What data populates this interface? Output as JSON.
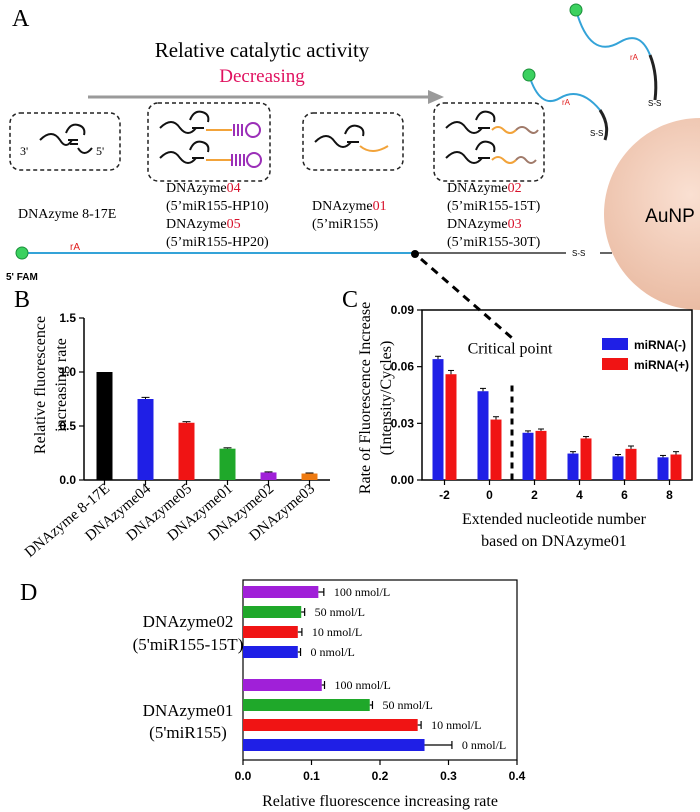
{
  "panel_a": {
    "letter": "A",
    "title": "Relative catalytic activity",
    "subtitle": "Decreasing",
    "enzymes": [
      {
        "name": "DNAzyme 8-17E"
      },
      {
        "base": "DNAzyme",
        "num": "04",
        "sub": "(5’miR155-HP10)"
      },
      {
        "base": "DNAzyme",
        "num": "05",
        "sub": "(5’miR155-HP20)"
      },
      {
        "base": "DNAzyme",
        "num": "01",
        "sub": "(5’miR155)"
      },
      {
        "base": "DNAzyme",
        "num": "02",
        "sub": "(5’miR155-15T)"
      },
      {
        "base": "DNAzyme",
        "num": "03",
        "sub": "(5’miR155-30T)"
      }
    ],
    "end3": "3'",
    "end5": "5'",
    "rA": "rA",
    "fam": "5' FAM",
    "ss": "S-S",
    "aunp": "AuNP"
  },
  "panel_b": {
    "letter": "B",
    "ylabel_line1": "Relative fluorescence",
    "ylabel_line2": "increasing rate",
    "yticks": [
      "0.0",
      "0.5",
      "1.0",
      "1.5"
    ],
    "chart_data": {
      "type": "bar",
      "categories": [
        "DNAzyme 8-17E",
        "DNAzyme04",
        "DNAzyme05",
        "DNAzyme01",
        "DNAzyme02",
        "DNAzyme03"
      ],
      "values": [
        1.0,
        0.75,
        0.53,
        0.29,
        0.07,
        0.06
      ],
      "errors": [
        0.0,
        0.015,
        0.01,
        0.008,
        0.005,
        0.005
      ],
      "colors": [
        "#000000",
        "#1f1fe6",
        "#f01414",
        "#1fa82a",
        "#a020d8",
        "#ee7a10"
      ],
      "ylim": [
        0,
        1.5
      ]
    }
  },
  "panel_c": {
    "letter": "C",
    "ylabel_line1": "Rate of Fluorescence Increase",
    "ylabel_line2": "(Intensity/Cycles)",
    "xlabel_line1": "Extended nucleotide number",
    "xlabel_line2": "based on DNAzyme01",
    "annotation": "Critical point",
    "yticks": [
      "0.00",
      "0.03",
      "0.06",
      "0.09"
    ],
    "chart_data": {
      "type": "bar",
      "categories": [
        "-2",
        "0",
        "2",
        "4",
        "6",
        "8"
      ],
      "series": [
        {
          "name": "miRNA(-)",
          "color": "#1f1fe6",
          "values": [
            0.064,
            0.047,
            0.025,
            0.014,
            0.0125,
            0.012
          ],
          "errors": [
            0.0015,
            0.0015,
            0.001,
            0.001,
            0.001,
            0.001
          ]
        },
        {
          "name": "miRNA(+)",
          "color": "#f01414",
          "values": [
            0.056,
            0.032,
            0.026,
            0.022,
            0.0165,
            0.0135
          ],
          "errors": [
            0.002,
            0.0015,
            0.001,
            0.001,
            0.0015,
            0.0015
          ]
        }
      ],
      "ylim": [
        0,
        0.09
      ],
      "critical_x": 1,
      "legend": "top-right"
    }
  },
  "panel_d": {
    "letter": "D",
    "xlabel": "Relative fluorescence increasing rate",
    "xticks": [
      "0.0",
      "0.1",
      "0.2",
      "0.3",
      "0.4"
    ],
    "groups": [
      {
        "line1": "DNAzyme02",
        "line2": "(5'miR155-15T)"
      },
      {
        "line1": "DNAzyme01",
        "line2": "(5'miR155)"
      }
    ],
    "chart_data": {
      "type": "bar",
      "orientation": "horizontal",
      "xlim": [
        0,
        0.4
      ],
      "bars": [
        {
          "group": "DNAzyme02",
          "label": "100 nmol/L",
          "value": 0.11,
          "error": 0.008,
          "color": "#a020d8"
        },
        {
          "group": "DNAzyme02",
          "label": "50 nmol/L",
          "value": 0.085,
          "error": 0.005,
          "color": "#1fa82a"
        },
        {
          "group": "DNAzyme02",
          "label": "10 nmol/L",
          "value": 0.08,
          "error": 0.006,
          "color": "#f01414"
        },
        {
          "group": "DNAzyme02",
          "label": "0 nmol/L",
          "value": 0.08,
          "error": 0.004,
          "color": "#1f1fe6"
        },
        {
          "group": "DNAzyme01",
          "label": "100 nmol/L",
          "value": 0.115,
          "error": 0.004,
          "color": "#a020d8"
        },
        {
          "group": "DNAzyme01",
          "label": "50 nmol/L",
          "value": 0.185,
          "error": 0.004,
          "color": "#1fa82a"
        },
        {
          "group": "DNAzyme01",
          "label": "10 nmol/L",
          "value": 0.255,
          "error": 0.005,
          "color": "#f01414"
        },
        {
          "group": "DNAzyme01",
          "label": "0 nmol/L",
          "value": 0.265,
          "error": 0.04,
          "color": "#1f1fe6"
        }
      ]
    }
  }
}
